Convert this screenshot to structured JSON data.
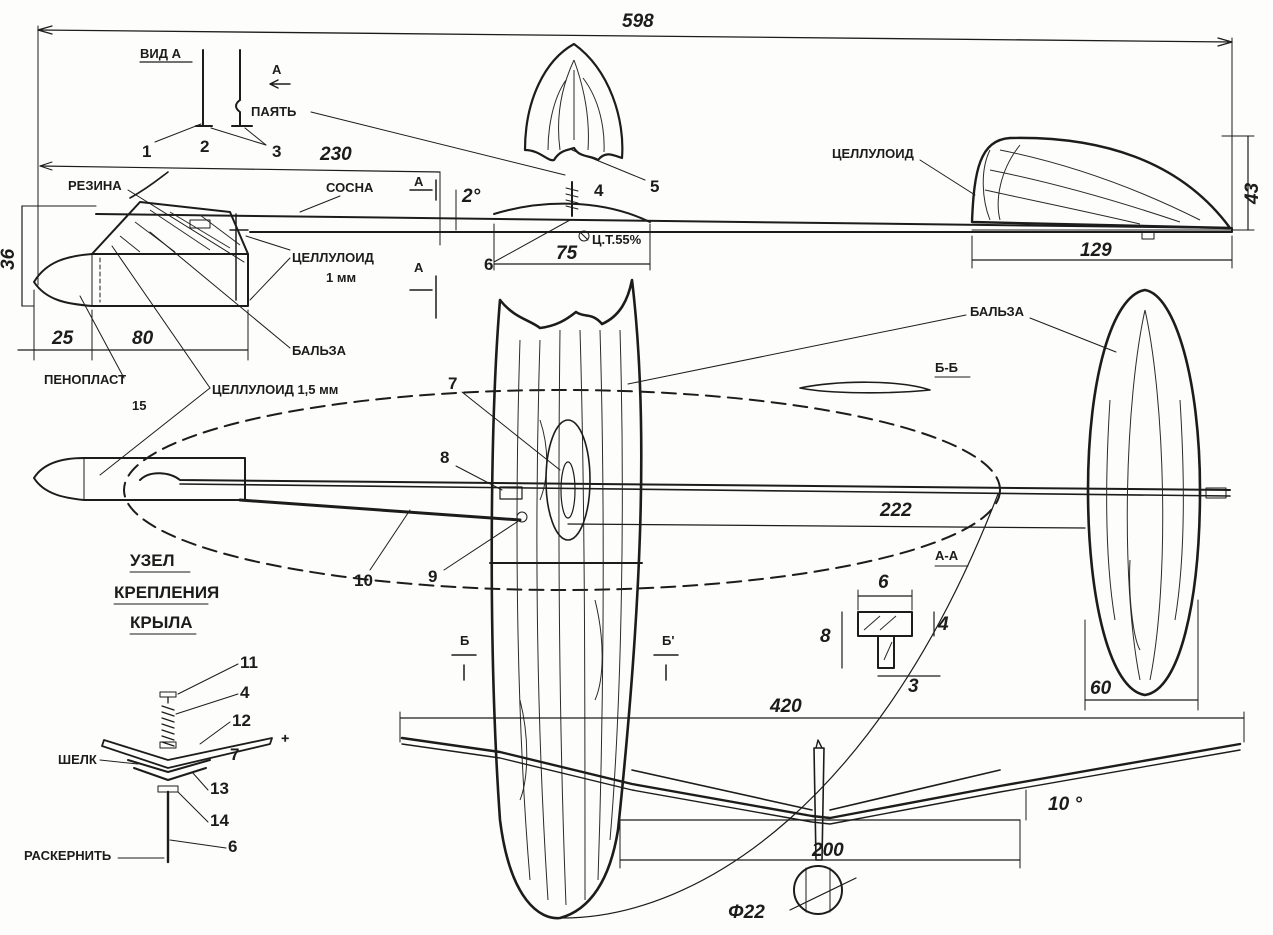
{
  "dimensions": {
    "length_total": "598",
    "fuselage_front": "230",
    "nose_height": "36",
    "nose_len": "25",
    "pod_len": "80",
    "wing_mount": "75",
    "stab_span": "129",
    "stab_height": "43",
    "wing_to_tail": "222",
    "tail_chord": "60",
    "wingspan": "420",
    "center_panel": "200",
    "dihedral": "10 °",
    "incidence": "2°",
    "disk": "Φ22",
    "beam_w": "6",
    "beam_h": "8",
    "beam_top": "4",
    "beam_web": "3"
  },
  "labels": {
    "view_a": "ВИД А",
    "arrow_a": "А",
    "solder": "ПАЯТЬ",
    "rubber": "РЕЗИНА",
    "pine": "СОСНА",
    "celluloid": "ЦЕЛЛУЛОИД",
    "celluloid_1": "ЦЕЛЛУЛОИД",
    "celluloid_1mm": "1 мм",
    "balsa_pod": "БАЛЬЗА",
    "foam": "ПЕНОПЛАСТ",
    "foam_num": "15",
    "celluloid_15": "ЦЕЛЛУЛОИД  1,5 мм",
    "cg": "Ц.Т.55%",
    "balsa": "БАЛЬЗА",
    "section_bb": "Б-Б",
    "section_aa": "А-А",
    "cut_b1": "Б",
    "cut_b2": "Б'",
    "cut_a1": "А",
    "cut_a2": "А",
    "node_title_1": "УЗЕЛ",
    "node_title_2": "КРЕПЛЕНИЯ",
    "node_title_3": "КРЫЛА",
    "silk": "ШЕЛК",
    "rivet": "РАСКЕРНИТЬ"
  },
  "callouts": [
    "1",
    "2",
    "3",
    "4",
    "5",
    "6",
    "7",
    "8",
    "9",
    "10",
    "11",
    "4",
    "12",
    "7",
    "13",
    "14",
    "6"
  ]
}
